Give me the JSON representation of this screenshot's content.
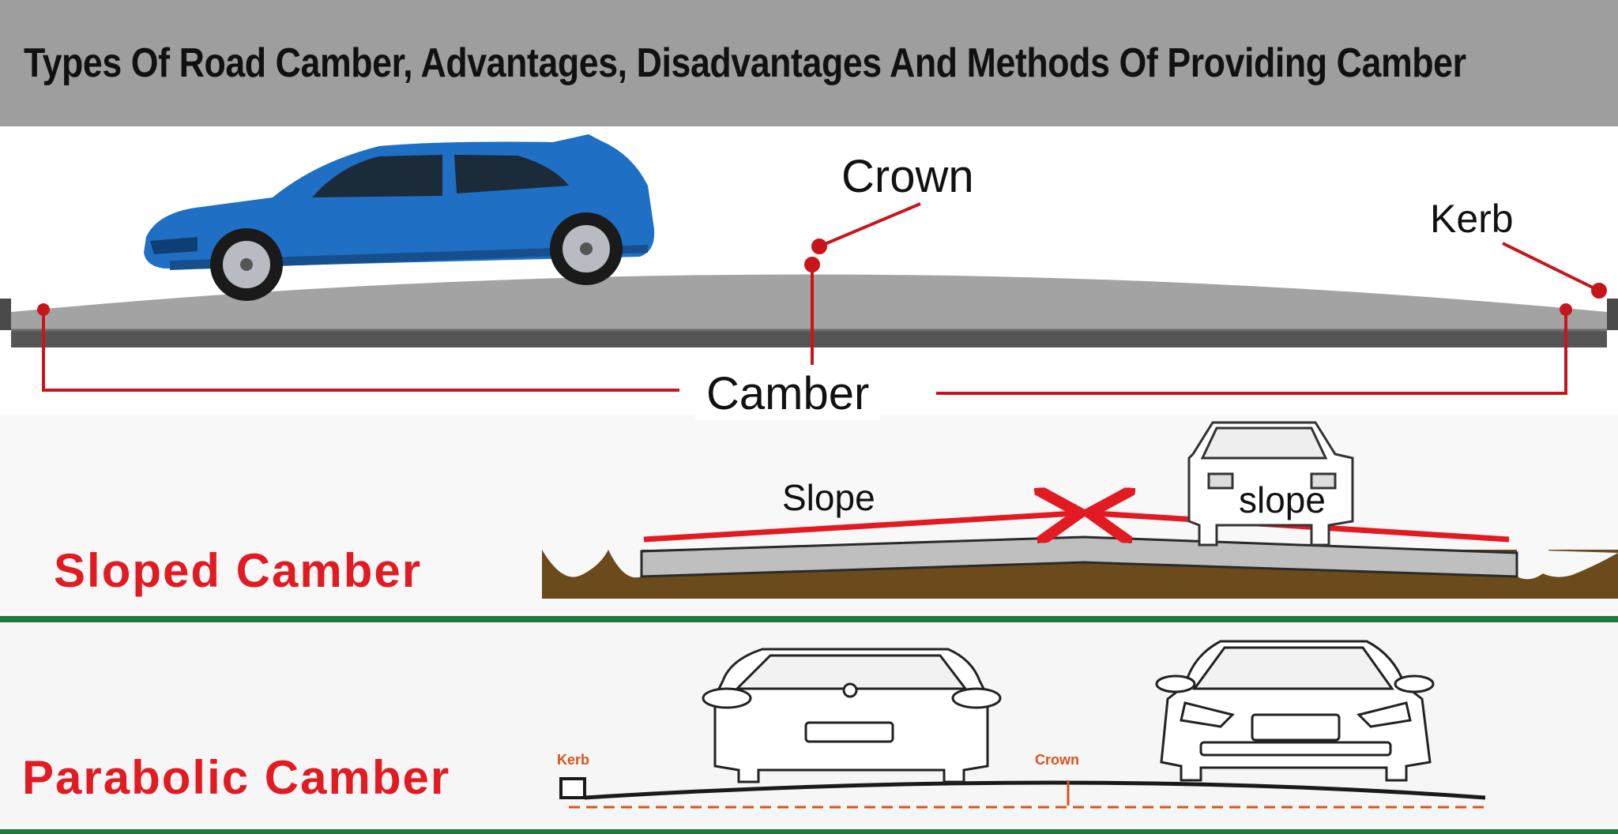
{
  "title": "Types Of Road Camber, Advantages, Disadvantages And Methods Of Providing Camber",
  "top_diagram": {
    "crown_label": "Crown",
    "kerb_label": "Kerb",
    "camber_label": "Camber"
  },
  "sloped_section": {
    "heading": "Sloped Camber",
    "slope_left_label": "Slope",
    "slope_right_label": "slope"
  },
  "parabolic_section": {
    "heading": "Parabolic Camber",
    "kerb_label": "Kerb",
    "crown_label": "Crown"
  },
  "colors": {
    "banner": "#9e9e9e",
    "accent_red": "#e21b23",
    "leader_red": "#c8151b",
    "road_gray": "#9a9a9a",
    "car_blue": "#1f6fc4",
    "soil_brown": "#6b4a1b",
    "divider_green": "#1d7a3a",
    "dimension_orange": "#d9531e"
  }
}
